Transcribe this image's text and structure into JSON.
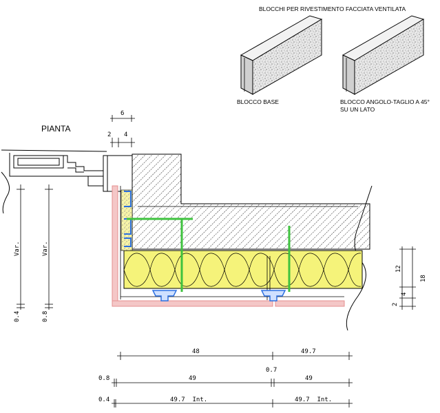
{
  "header": {
    "title": "BLOCCHI PER RIVESTIMENTO FACCIATA VENTILATA",
    "block_base_label": "BLOCCO BASE",
    "block_corner_label_line1": "BLOCCO ANGOLO-TAGLIO A 45°",
    "block_corner_label_line2": "SU UN LATO"
  },
  "plan": {
    "title": "PIANTA",
    "dim_top_total": "6",
    "dim_top_left": "2",
    "dim_top_right": "4",
    "vertical_dim_1": "Var.",
    "vertical_dim_2": "Var.",
    "vertical_offset_1": "0.4",
    "vertical_offset_2": "0.8"
  },
  "right_dims": {
    "d12": "12",
    "d18": "18",
    "d4": "4",
    "d2": "2"
  },
  "bottom_dims": {
    "row1_left": "48",
    "row1_right": "49.7",
    "row1_mid_note": "0.7",
    "row2_offset": "0.8",
    "row2_left": "49",
    "row2_right": "49",
    "row3_offset": "0.4",
    "row3_left": "49.7  Int.",
    "row3_right": "49.7  Int."
  },
  "colors": {
    "insulation": "#f5f37a",
    "cladding": "#e58f8f",
    "anchor": "#3ec23e",
    "bracket": "#2b6fe0",
    "hatch": "#000000",
    "block_speckle": "#8a8a8a"
  }
}
